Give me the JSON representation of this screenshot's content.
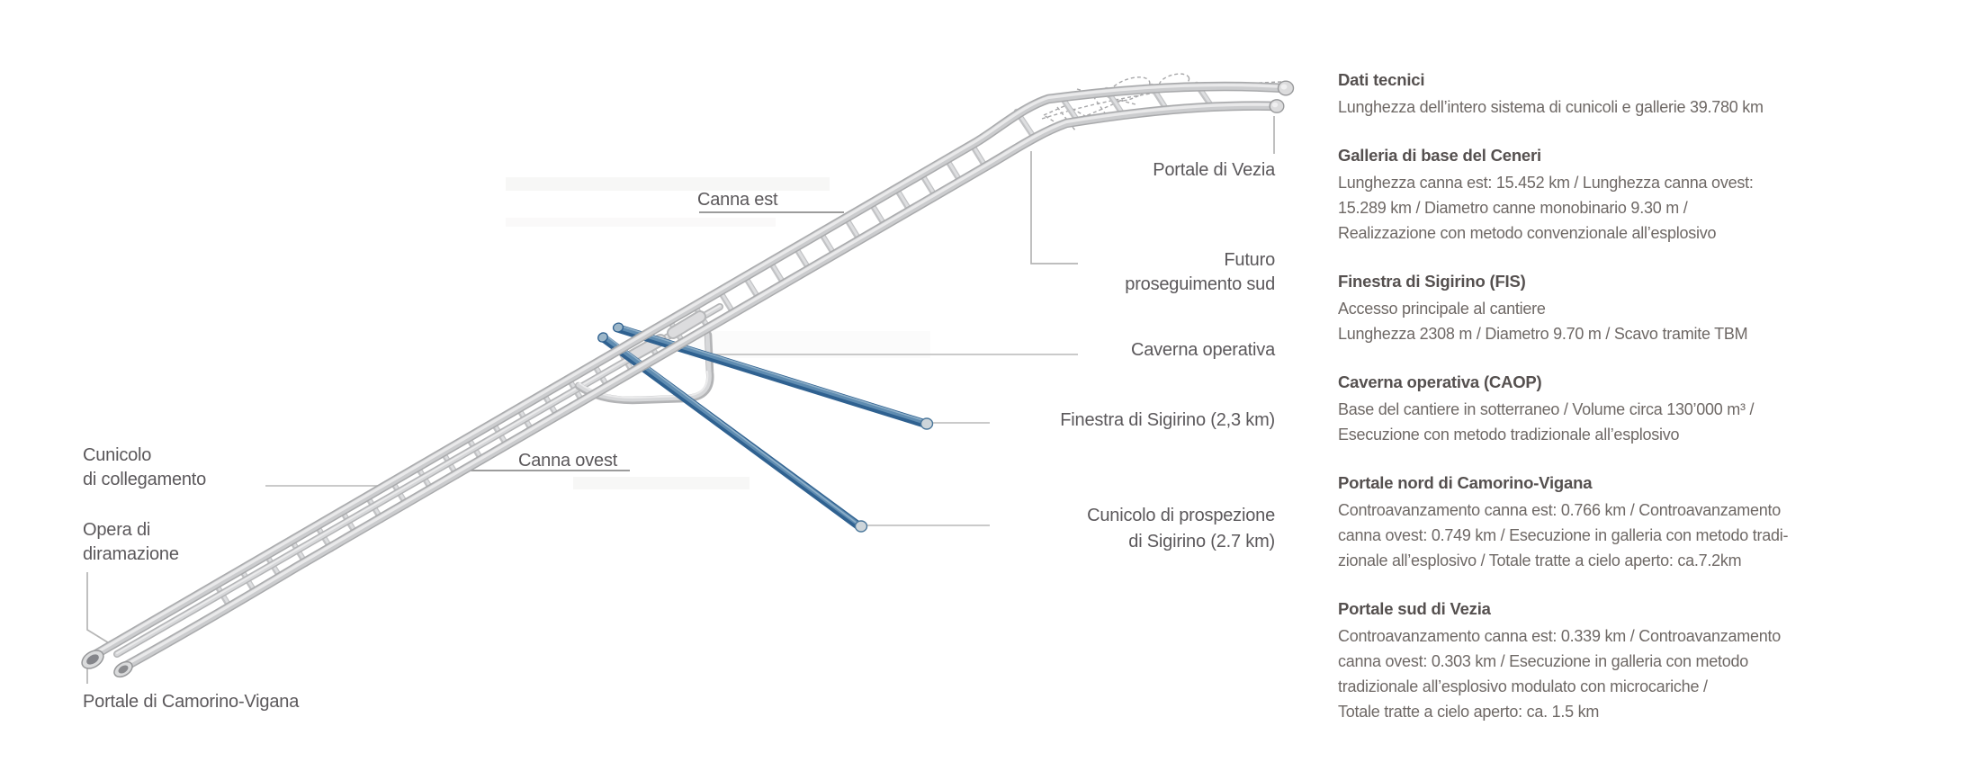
{
  "diagram": {
    "labels": {
      "canna_est": "Canna est",
      "canna_ovest": "Canna ovest",
      "portale_vezia": "Portale di Vezia",
      "futuro_proseguimento": "Futuro\nproseguimento sud",
      "caverna_operativa": "Caverna operativa",
      "finestra_sigirino": "Finestra di Sigirino (2,3 km)",
      "cunicolo_prospezione": "Cunicolo di prospezione\ndi Sigirino (2.7 km)",
      "cunicolo_collegamento": "Cunicolo\ndi collegamento",
      "opera_diramazione": "Opera di\ndiramazione",
      "portale_camorino": "Portale di Camorino-Vigana"
    },
    "colors": {
      "tube_gray": "#c9cacc",
      "tube_highlight": "#eaeaeb",
      "tube_blue": "#2f6190",
      "leader_line": "#c2c2c2",
      "label_text": "#5b585b"
    }
  },
  "info_panel": {
    "sections": [
      {
        "heading": "Dati tecnici",
        "body": "Lunghezza dell’intero sistema di cunicoli e gallerie 39.780 km"
      },
      {
        "heading": "Galleria di base del Ceneri",
        "body": "Lunghezza canna est: 15.452 km / Lunghezza canna ovest:\n15.289 km / Diametro canne monobinario 9.30 m /\nRealizzazione con metodo convenzionale all’esplosivo"
      },
      {
        "heading": "Finestra di Sigirino (FIS)",
        "body": "Accesso principale al cantiere\nLunghezza 2308 m / Diametro 9.70 m / Scavo tramite TBM"
      },
      {
        "heading": "Caverna operativa (CAOP)",
        "body": "Base del cantiere in sotterraneo / Volume circa 130’000 m³ /\nEsecuzione con metodo tradizionale all’esplosivo"
      },
      {
        "heading": "Portale nord di Camorino-Vigana",
        "body": "Controavanzamento canna est:  0.766 km / Controavanzamento\ncanna ovest: 0.749 km / Esecuzione in galleria con metodo tradi-\nzionale all’esplosivo / Totale tratte a cielo aperto: ca.7.2km"
      },
      {
        "heading": "Portale sud di Vezia",
        "body": "Controavanzamento canna est:  0.339 km / Controavanzamento\ncanna ovest: 0.303 km / Esecuzione in galleria con metodo\ntradizionale all’esplosivo modulato con microcariche /\nTotale tratte a cielo aperto: ca. 1.5 km"
      }
    ]
  }
}
